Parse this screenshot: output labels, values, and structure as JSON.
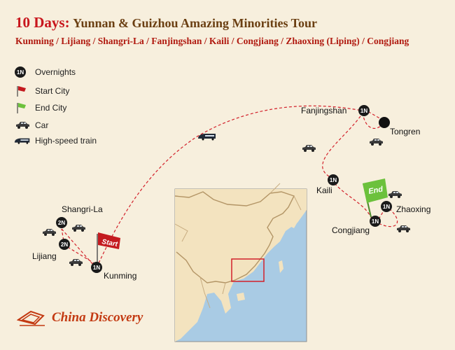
{
  "header": {
    "days": "10 Days:",
    "tour_name": "Yunnan & Guizhou Amazing Minorities Tour",
    "route": "Kunming / Lijiang / Shangri-La / Fanjingshan / Kaili / Congjiang / Zhaoxing (Liping) / Congjiang"
  },
  "legend": {
    "overnights": "Overnights",
    "start_city": "Start City",
    "end_city": "End City",
    "car": "Car",
    "train": "High-speed train"
  },
  "badges": {
    "one_night": "1N",
    "two_nights": "2N"
  },
  "flags": {
    "start": "Start",
    "end": "End"
  },
  "cities": {
    "kunming": "Kunming",
    "lijiang": "Lijiang",
    "shangrila": "Shangri-La",
    "fanjingshan": "Fanjingshan",
    "tongren": "Tongren",
    "kaili": "Kaili",
    "zhaoxing": "Zhaoxing",
    "congjiang": "Congjiang"
  },
  "brand": {
    "name": "China Discovery"
  },
  "colors": {
    "route": "#d2202a",
    "title_red": "#c8161d",
    "title_brown": "#6b3f12",
    "land": "#f3e3bf",
    "sea": "#a9cbe4",
    "end_flag": "#6cc13c",
    "start_flag": "#c41a1f"
  }
}
